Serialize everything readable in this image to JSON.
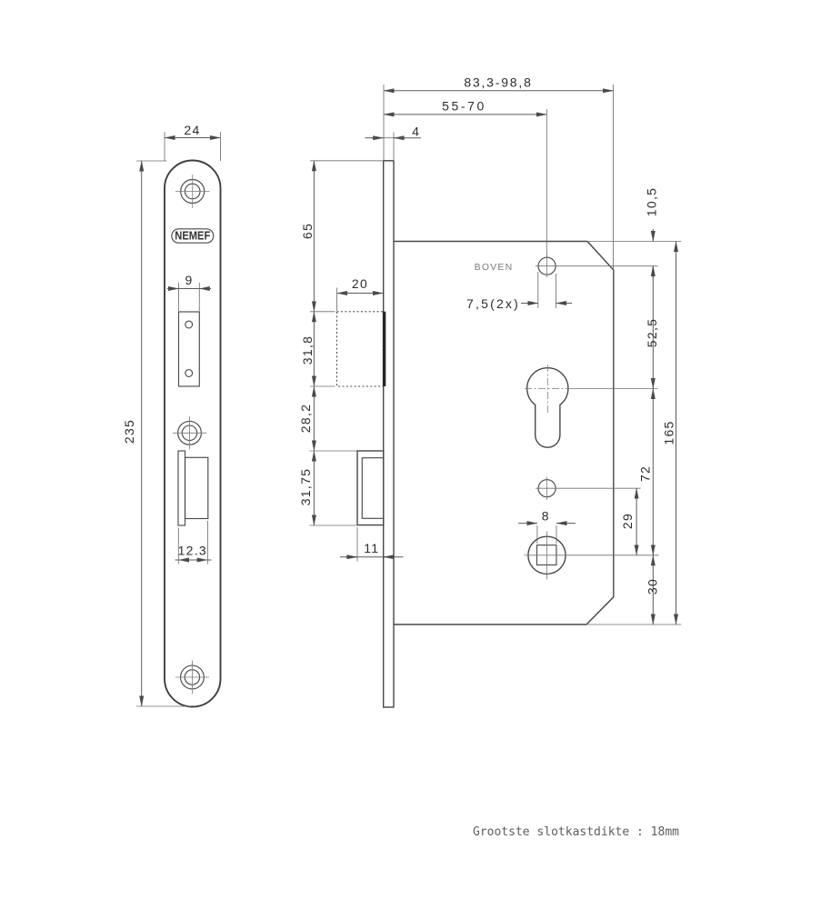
{
  "drawing": {
    "title": "NEMEF mortise lock dimension drawing",
    "front_view": {
      "brand": "NEMEF",
      "plate_width": "24",
      "plate_height": "235",
      "latch_opening_width": "9",
      "bolt_opening_width": "12.3"
    },
    "side_view": {
      "plate_thickness": "4",
      "top_to_latch": "65",
      "latch_depth": "20",
      "latch_height": "31,8",
      "latch_to_bolt": "28,2",
      "bolt_height": "31,75",
      "bolt_depth": "11"
    },
    "case_view": {
      "orientation_label": "BOVEN",
      "case_depth_range": "83,3-98,8",
      "backset_range": "55-70",
      "fixing_hole": "7,5(2x)",
      "top_to_hole": "10,5",
      "hole_to_cylinder": "52,5",
      "case_height": "165",
      "cylinder_to_follower": "72",
      "hole_to_follower": "29",
      "follower_square": "8",
      "follower_to_bottom": "30"
    },
    "footer_note": "Grootste slotkastdikte : 18mm"
  }
}
